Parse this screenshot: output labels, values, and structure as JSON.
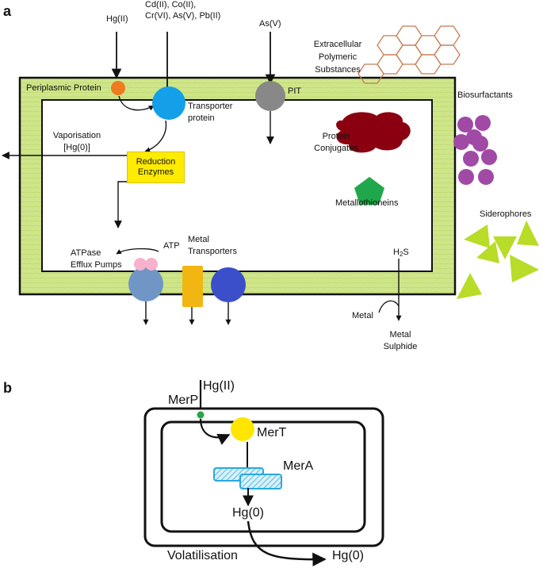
{
  "panel_a": {
    "panel_label": "a",
    "ions": {
      "hg": "Hg(II)",
      "metals_line1": "Cd(II), Co(II),",
      "metals_line2": "Cr(VI), As(V), Pb(II)",
      "asv": "As(V)"
    },
    "periplasmic_protein": "Periplasmic Protein",
    "transporter_line1": "Transporter",
    "transporter_line2": "protein",
    "pit": "PIT",
    "vaporisation_line1": "Vaporisation",
    "vaporisation_line2": "[Hg(0)]",
    "reduction_line1": "Reduction",
    "reduction_line2": "Enzymes",
    "protein_conj_line1": "Protein",
    "protein_conj_line2": "Conjugates",
    "metallothioneins": "Metallothioneins",
    "eps_line1": "Extracellular",
    "eps_line2": "Polymeric",
    "eps_line3": "Substances",
    "biosurfactants": "Biosurfactants",
    "siderophores": "Siderophores",
    "atp": "ATP",
    "atpase_line1": "ATPase",
    "atpase_line2": "Efflux Pumps",
    "metal_transporters_line1": "Metal",
    "metal_transporters_line2": "Transporters",
    "h2s_main": "H",
    "h2s_sub": "2",
    "h2s_end": "S",
    "metal": "Metal",
    "metal_sulphide_line1": "Metal",
    "metal_sulphide_line2": "Sulphide"
  },
  "panel_b": {
    "panel_label": "b",
    "hg_in": "Hg(II)",
    "merp": "MerP",
    "mert": "MerT",
    "mera": "MerA",
    "hg0_inner": "Hg(0)",
    "volatilisation": "Volatilisation",
    "hg0_out": "Hg(0)"
  },
  "colors": {
    "cell_wall": "#cfe58a",
    "periplasmic_protein": "#f07a1e",
    "transporter_protein": "#14a0e8",
    "pit": "#888888",
    "reduction_enzymes": "#ffeb00",
    "protein_conjugates": "#8b0010",
    "metallothioneins": "#1fa84b",
    "eps": "#c77b52",
    "biosurfactants": "#a04aa6",
    "siderophores": "#b8dc27",
    "atpase": "#6f96c4",
    "atp_lobes": "#f7b1cc",
    "metal_transporter": "#f2b612",
    "metal_transporter_round": "#3a4fc9",
    "merp": "#2aa34a",
    "mert": "#ffe600",
    "mera": "#2aa8e0"
  }
}
